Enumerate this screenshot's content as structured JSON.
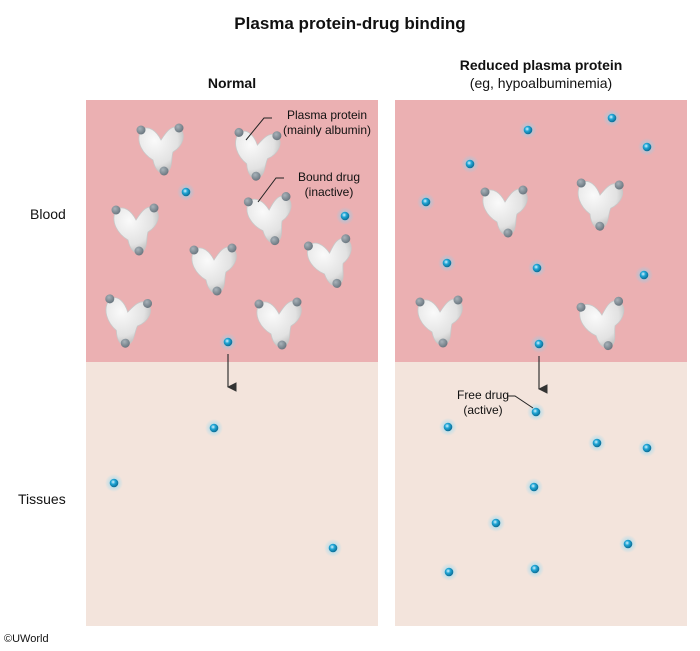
{
  "title": "Plasma protein-drug binding",
  "columns": {
    "normal": {
      "heading": "Normal"
    },
    "reduced": {
      "heading": "Reduced plasma protein",
      "subheading": "(eg, hypoalbuminemia)"
    }
  },
  "rows": {
    "blood": "Blood",
    "tissues": "Tissues"
  },
  "annotations": {
    "plasma_protein": [
      "Plasma protein",
      "(mainly albumin)"
    ],
    "bound_drug": [
      "Bound drug",
      "(inactive)"
    ],
    "free_drug": [
      "Free drug",
      "(active)"
    ]
  },
  "copyright": "©UWorld",
  "colors": {
    "blood": "#ebb0b2",
    "tissue": "#f3e4dc",
    "protein": "#e2e2e2",
    "bound_drug": "#6b7780",
    "free_drug": "#1fa6d6"
  }
}
